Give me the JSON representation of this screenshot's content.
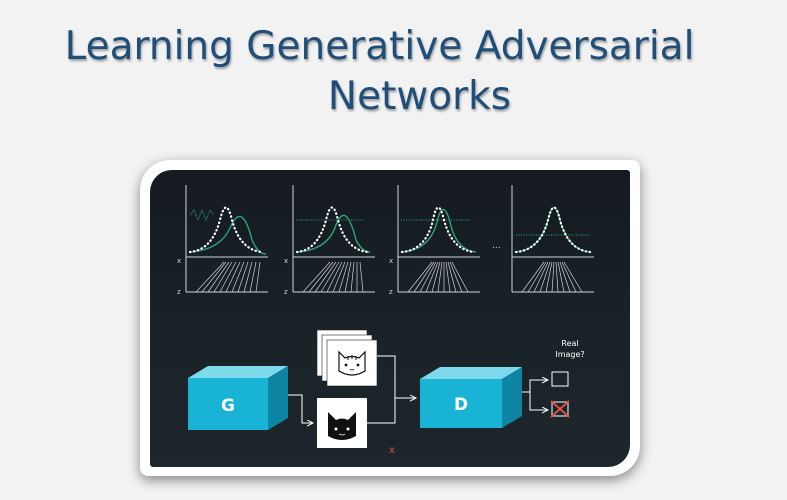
{
  "title": {
    "line1": "Learning Generative Adversarial",
    "line2": "Networks"
  },
  "diagram": {
    "generator_label": "G",
    "discriminator_label": "D",
    "axis_x": "x",
    "axis_z": "z",
    "ellipsis": "...",
    "question_line1": "Real",
    "question_line2": "Image?",
    "fake_mark": "x"
  },
  "colors": {
    "title": "#1f4e79",
    "block_front": "#19b3d6",
    "block_top": "#7fd9ec",
    "block_side": "#0e86a3",
    "curve_model": "#2ca57a",
    "reject_x": "#e0523f"
  }
}
